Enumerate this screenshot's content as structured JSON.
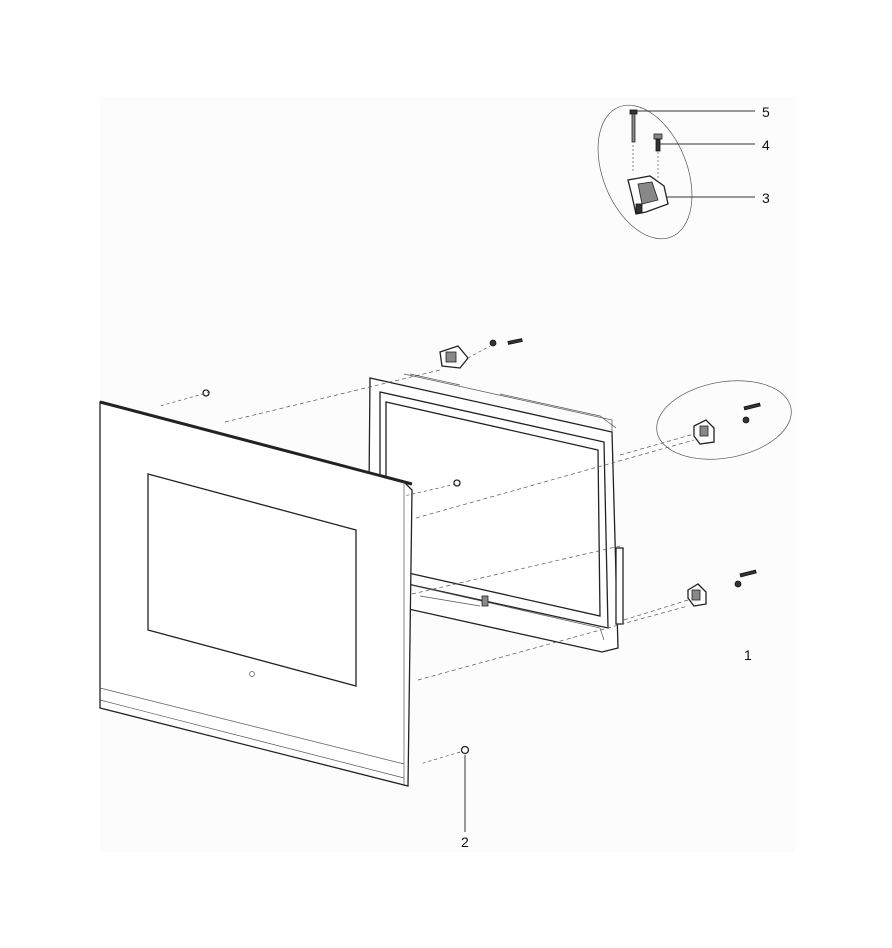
{
  "callouts": {
    "part_1": "1",
    "part_2": "2",
    "part_3": "3",
    "part_4": "4",
    "part_5": "5"
  },
  "colors": {
    "line": "#222222",
    "background": "#ffffff"
  },
  "icons": [
    "hinge-bracket-icon",
    "screw-icon",
    "nut-icon",
    "door-panel-icon",
    "inner-frame-icon"
  ]
}
